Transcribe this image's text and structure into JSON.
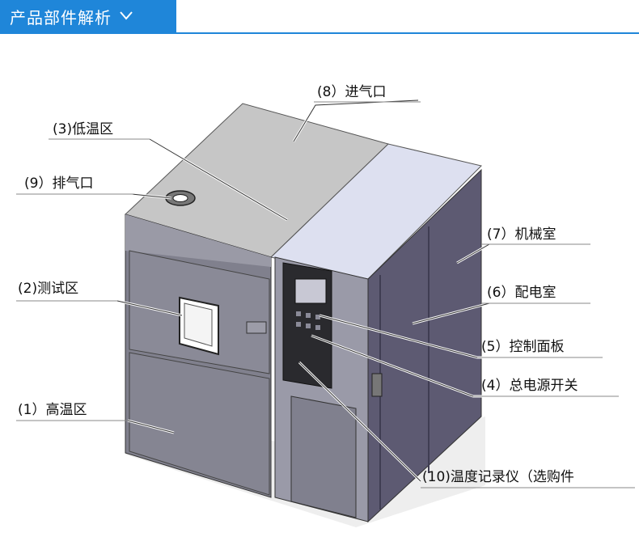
{
  "header": {
    "title": "产品部件解析",
    "chevron_icon": "chevron-down-icon"
  },
  "parts": [
    {
      "id": "p8",
      "label": "(8）进气口"
    },
    {
      "id": "p3",
      "label": "(3)低温区"
    },
    {
      "id": "p9",
      "label": "(9）排气口"
    },
    {
      "id": "p7",
      "label": "(7）机械室"
    },
    {
      "id": "p2",
      "label": "(2)测试区"
    },
    {
      "id": "p6",
      "label": "(6）配电室"
    },
    {
      "id": "p5",
      "label": "(5）控制面板"
    },
    {
      "id": "p4",
      "label": "(4）总电源开关"
    },
    {
      "id": "p1",
      "label": "(1）高温区"
    },
    {
      "id": "p10",
      "label": "(10)温度记录仪（选购件"
    }
  ],
  "colors": {
    "banner": "#1f86d9",
    "cabinet_front": "#7f7f8c",
    "cabinet_side": "#5e5c72",
    "top_panel": "#c8c8c8",
    "machine_top": "#dcdff0",
    "control_panel": "#2a2a2e"
  }
}
